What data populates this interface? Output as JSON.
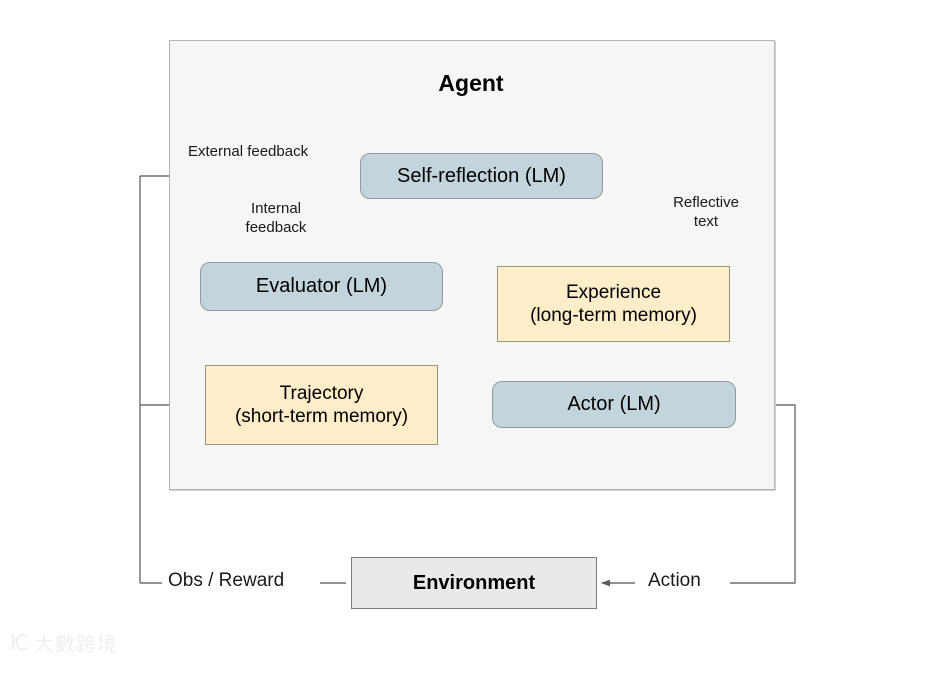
{
  "diagram": {
    "title": "Agent",
    "container_label": "Agent",
    "nodes": [
      {
        "id": "self_reflection",
        "label": "Self-reflection (LM)",
        "kind": "lm",
        "color": "#c3d5dc"
      },
      {
        "id": "evaluator",
        "label": "Evaluator (LM)",
        "kind": "lm",
        "color": "#c3d5dc"
      },
      {
        "id": "actor",
        "label": "Actor (LM)",
        "kind": "lm",
        "color": "#c3d5dc"
      },
      {
        "id": "trajectory",
        "label_line1": "Trajectory",
        "label_line2": "(short-term memory)",
        "kind": "memory",
        "color": "#fdedc9"
      },
      {
        "id": "experience",
        "label_line1": "Experience",
        "label_line2": "(long-term memory)",
        "kind": "memory",
        "color": "#fdedc9"
      },
      {
        "id": "environment",
        "label": "Environment",
        "kind": "external",
        "color": "#e9e9e9"
      }
    ],
    "edge_labels": {
      "external_feedback": "External feedback",
      "internal_feedback_line1": "Internal",
      "internal_feedback_line2": "feedback",
      "reflective_text_line1": "Reflective",
      "reflective_text_line2": "text",
      "obs_reward": "Obs / Reward",
      "action": "Action"
    },
    "edges": [
      {
        "from": "environment",
        "to": "self_reflection",
        "label": "External feedback"
      },
      {
        "from": "evaluator",
        "to": "self_reflection",
        "label": "Internal feedback"
      },
      {
        "from": "self_reflection",
        "to": "experience",
        "label": "Reflective text"
      },
      {
        "from": "trajectory",
        "to": "evaluator",
        "label": ""
      },
      {
        "from": "trajectory",
        "to": "actor",
        "label": ""
      },
      {
        "from": "experience",
        "to": "actor",
        "label": ""
      },
      {
        "from": "environment",
        "to": "trajectory",
        "label": "Obs / Reward"
      },
      {
        "from": "actor",
        "to": "environment",
        "label": "Action"
      }
    ],
    "watermark": {
      "logo": "IC",
      "text": "大數跨境"
    }
  }
}
